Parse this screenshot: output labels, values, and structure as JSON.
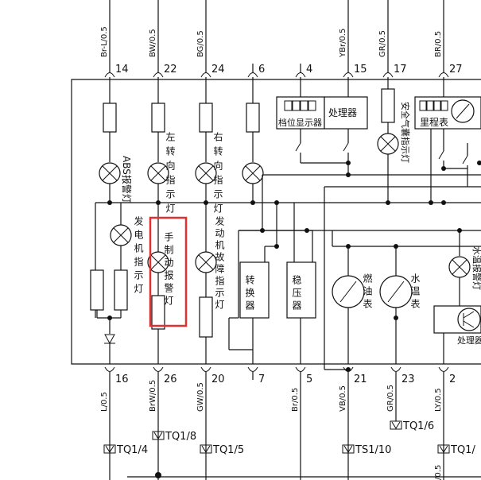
{
  "wires_top": [
    "Br-L/0.5",
    "BW/0.5",
    "BG/0.5",
    "YBr/0.5",
    "GR/0.5",
    "BR/0.5"
  ],
  "pins_top": [
    "14",
    "22",
    "24",
    "6",
    "4",
    "15",
    "17",
    "27"
  ],
  "pins_bottom": [
    "16",
    "26",
    "20",
    "7",
    "5",
    "21",
    "23",
    "2"
  ],
  "wires_bottom": [
    "L/0.5",
    "BrW/0.5",
    "GW/0.5",
    "Br/0.5",
    "VB/0.5",
    "GR/0.5",
    "LY/0.5",
    "/0.5"
  ],
  "connectors": [
    "TQ1/4",
    "TQ1/8",
    "TQ1/5",
    "TS1/10",
    "TQ1/6",
    "TQ1/"
  ],
  "components": {
    "abs_lamp": "ABS报警灯",
    "left_turn": "左转向指示灯",
    "right_turn": "右转向指示灯",
    "generator_lamp": "发电机指示灯",
    "handbrake_lamp": "手制动报警灯",
    "engine_fault": "发动机故障指示灯",
    "gear_display": "档位显示器",
    "processor_top": "处理器",
    "airbag_lamp": "安全气囊指示灯",
    "odometer": "里程表",
    "converter": "转换器",
    "regulator": "稳压器",
    "fuel_gauge": "燃油表",
    "water_temp_gauge": "水温表",
    "water_temp_alarm": "水温报警灯",
    "processor_right": "处理器"
  },
  "colors": {
    "line": "#111111",
    "highlight": "#e03030"
  }
}
